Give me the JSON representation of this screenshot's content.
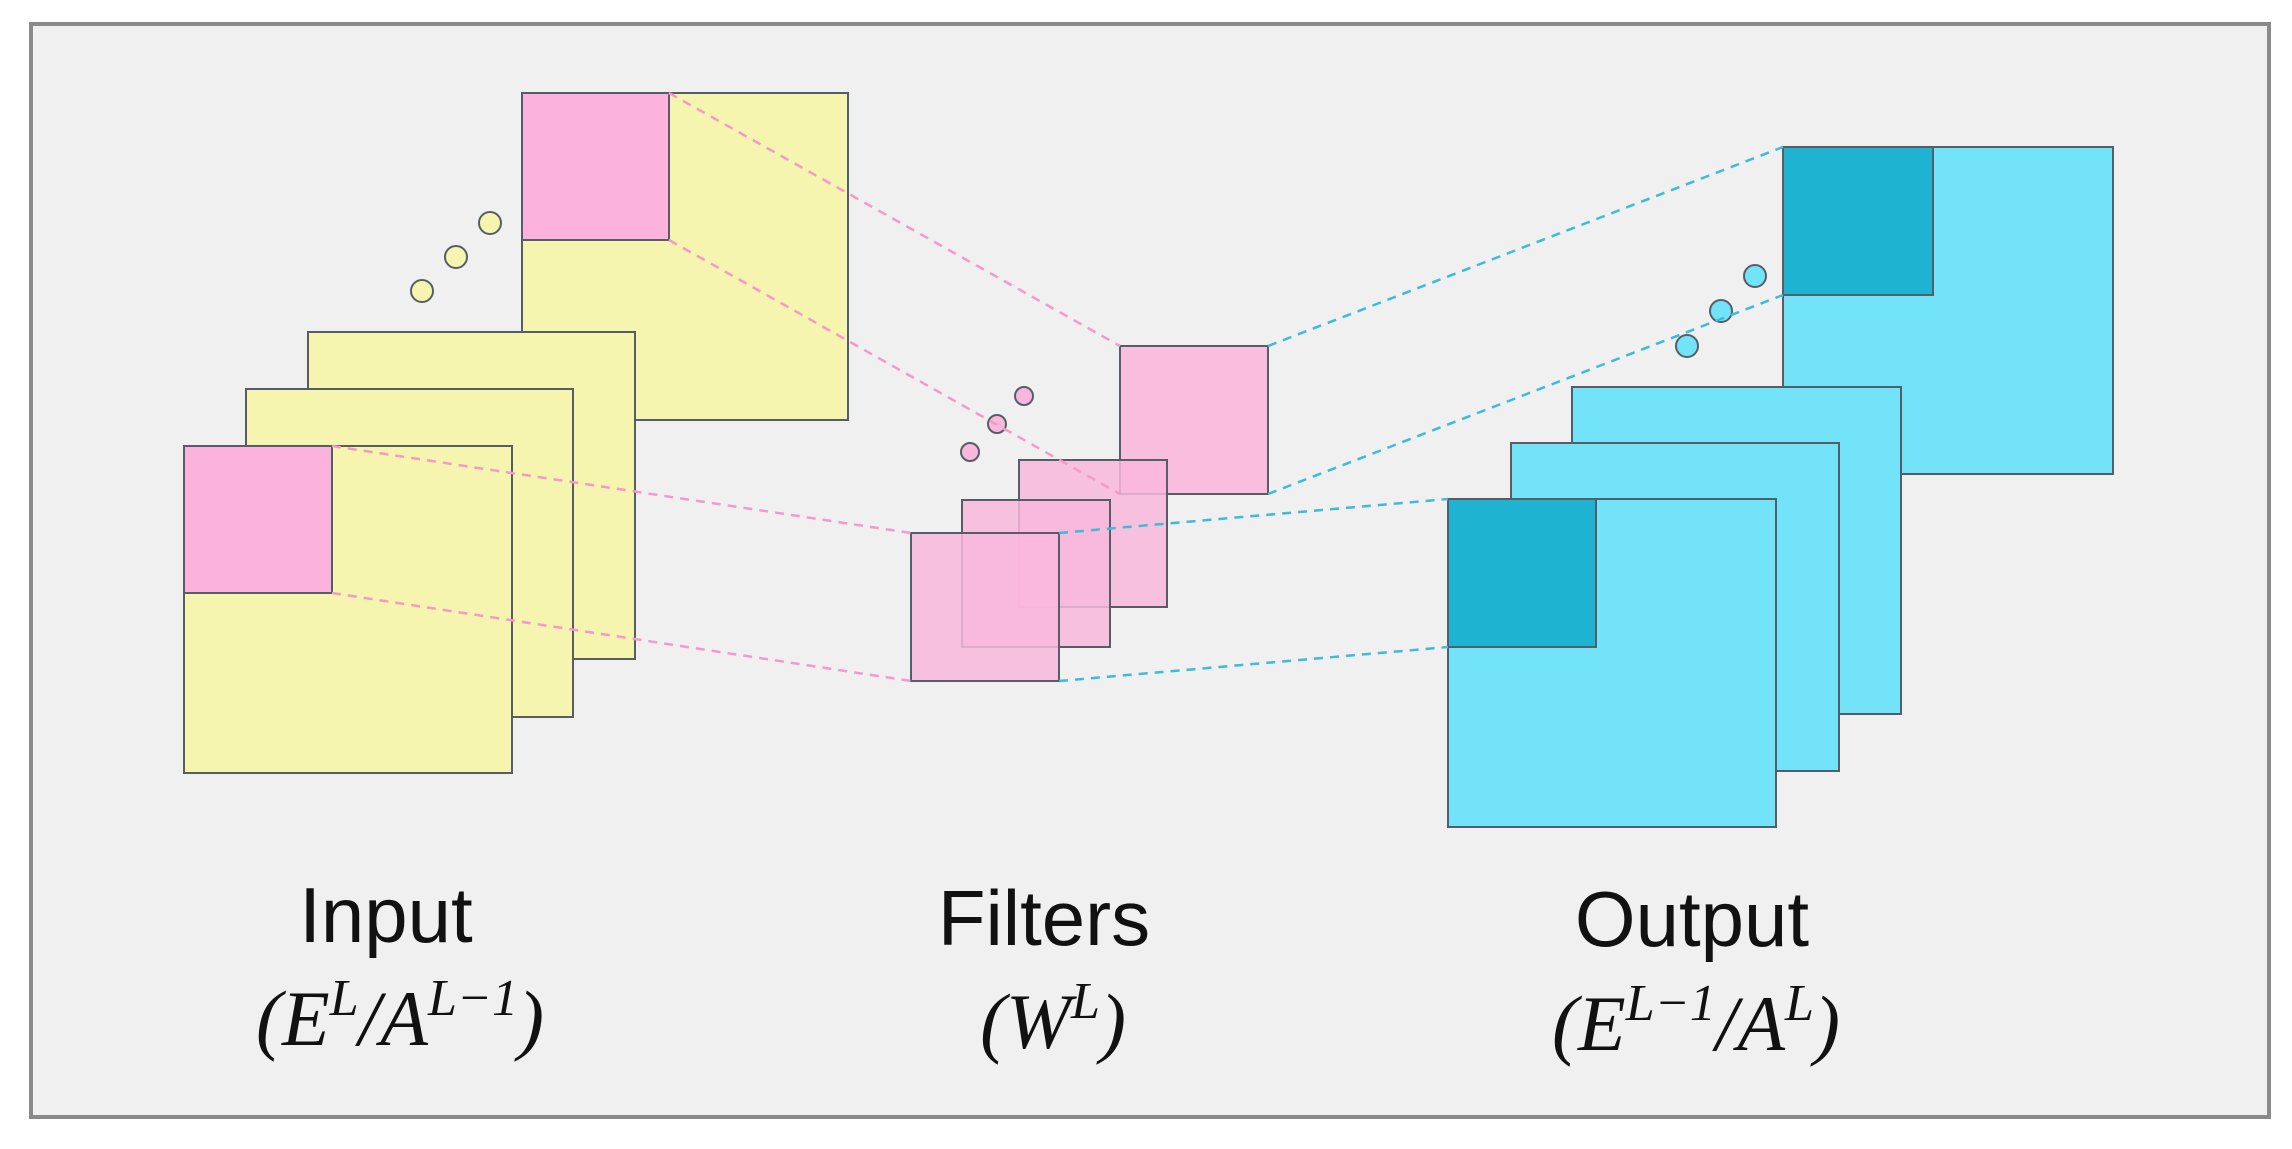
{
  "colors": {
    "input_sheet": "#f5f5b0",
    "patch": "#fbb3dd",
    "filter": "#f9b7dc",
    "output_sheet": "#72e3f8",
    "output_patch": "#1fb3d2",
    "pink_dash": "#f59ac8",
    "cyan_dash": "#3cbcd8"
  },
  "labels": {
    "input": {
      "title": "Input",
      "formula": {
        "open": "(",
        "e": "E",
        "e_sup": "L",
        "slash": "/",
        "a": "A",
        "a_sup": "L−1",
        "close": ")"
      }
    },
    "filters": {
      "title": "Filters",
      "formula": {
        "open": "(",
        "w": "W",
        "w_sup": "L",
        "close": ")"
      }
    },
    "output": {
      "title": "Output",
      "formula": {
        "open": "(",
        "e": "E",
        "e_sup": "L−1",
        "slash": "/",
        "a": "A",
        "a_sup": "L",
        "close": ")"
      }
    }
  }
}
